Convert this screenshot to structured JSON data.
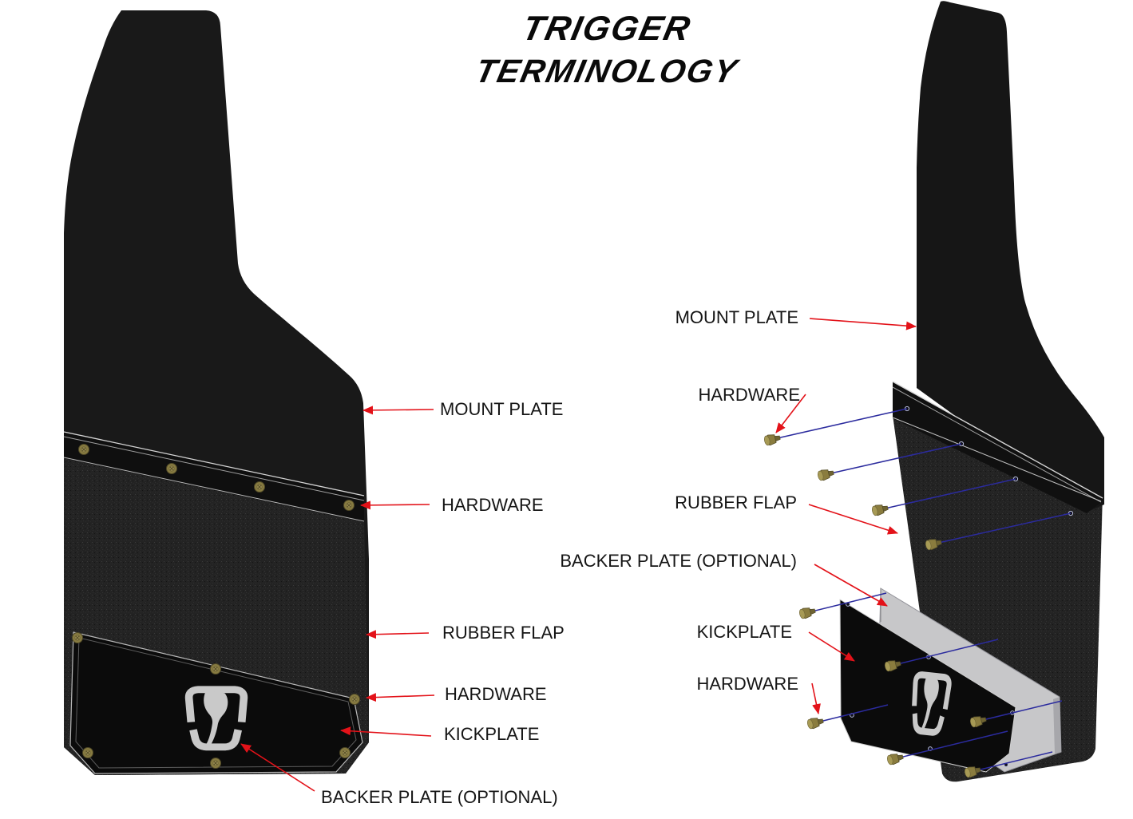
{
  "title": {
    "line1": "TRIGGER",
    "line2": "TERMINOLOGY"
  },
  "views": {
    "left": {
      "name": "assembled mud flap - front view",
      "labels": {
        "mount_plate": "MOUNT PLATE",
        "hardware_top": "HARDWARE",
        "rubber_flap": "RUBBER FLAP",
        "hardware_bottom": "HARDWARE",
        "kickplate": "KICKPLATE",
        "backer_plate": "BACKER PLATE (OPTIONAL)"
      }
    },
    "right": {
      "name": "exploded mud flap - perspective view",
      "labels": {
        "mount_plate": "MOUNT PLATE",
        "hardware_top": "HARDWARE",
        "rubber_flap": "RUBBER FLAP",
        "backer_plate": "BACKER PLATE (OPTIONAL)",
        "kickplate": "KICKPLATE",
        "hardware_bottom": "HARDWARE"
      }
    }
  },
  "icons": {
    "bolt_front": "brass bolt head (face view)",
    "bolt_side": "brass bolt (side view)",
    "trigger_logo": "Trigger brand logo cutout"
  },
  "colors": {
    "background": "#ffffff",
    "arrow_red": "#e31219",
    "blue_line": "#2b2b9e",
    "plate_black": "#171717",
    "kickplate_black": "#0b0b0b",
    "backer_gray": "#c7c7c9",
    "logo_gray": "#c9c9c9",
    "bolt_brass": "#8a7c3e",
    "text_black": "#151515"
  }
}
